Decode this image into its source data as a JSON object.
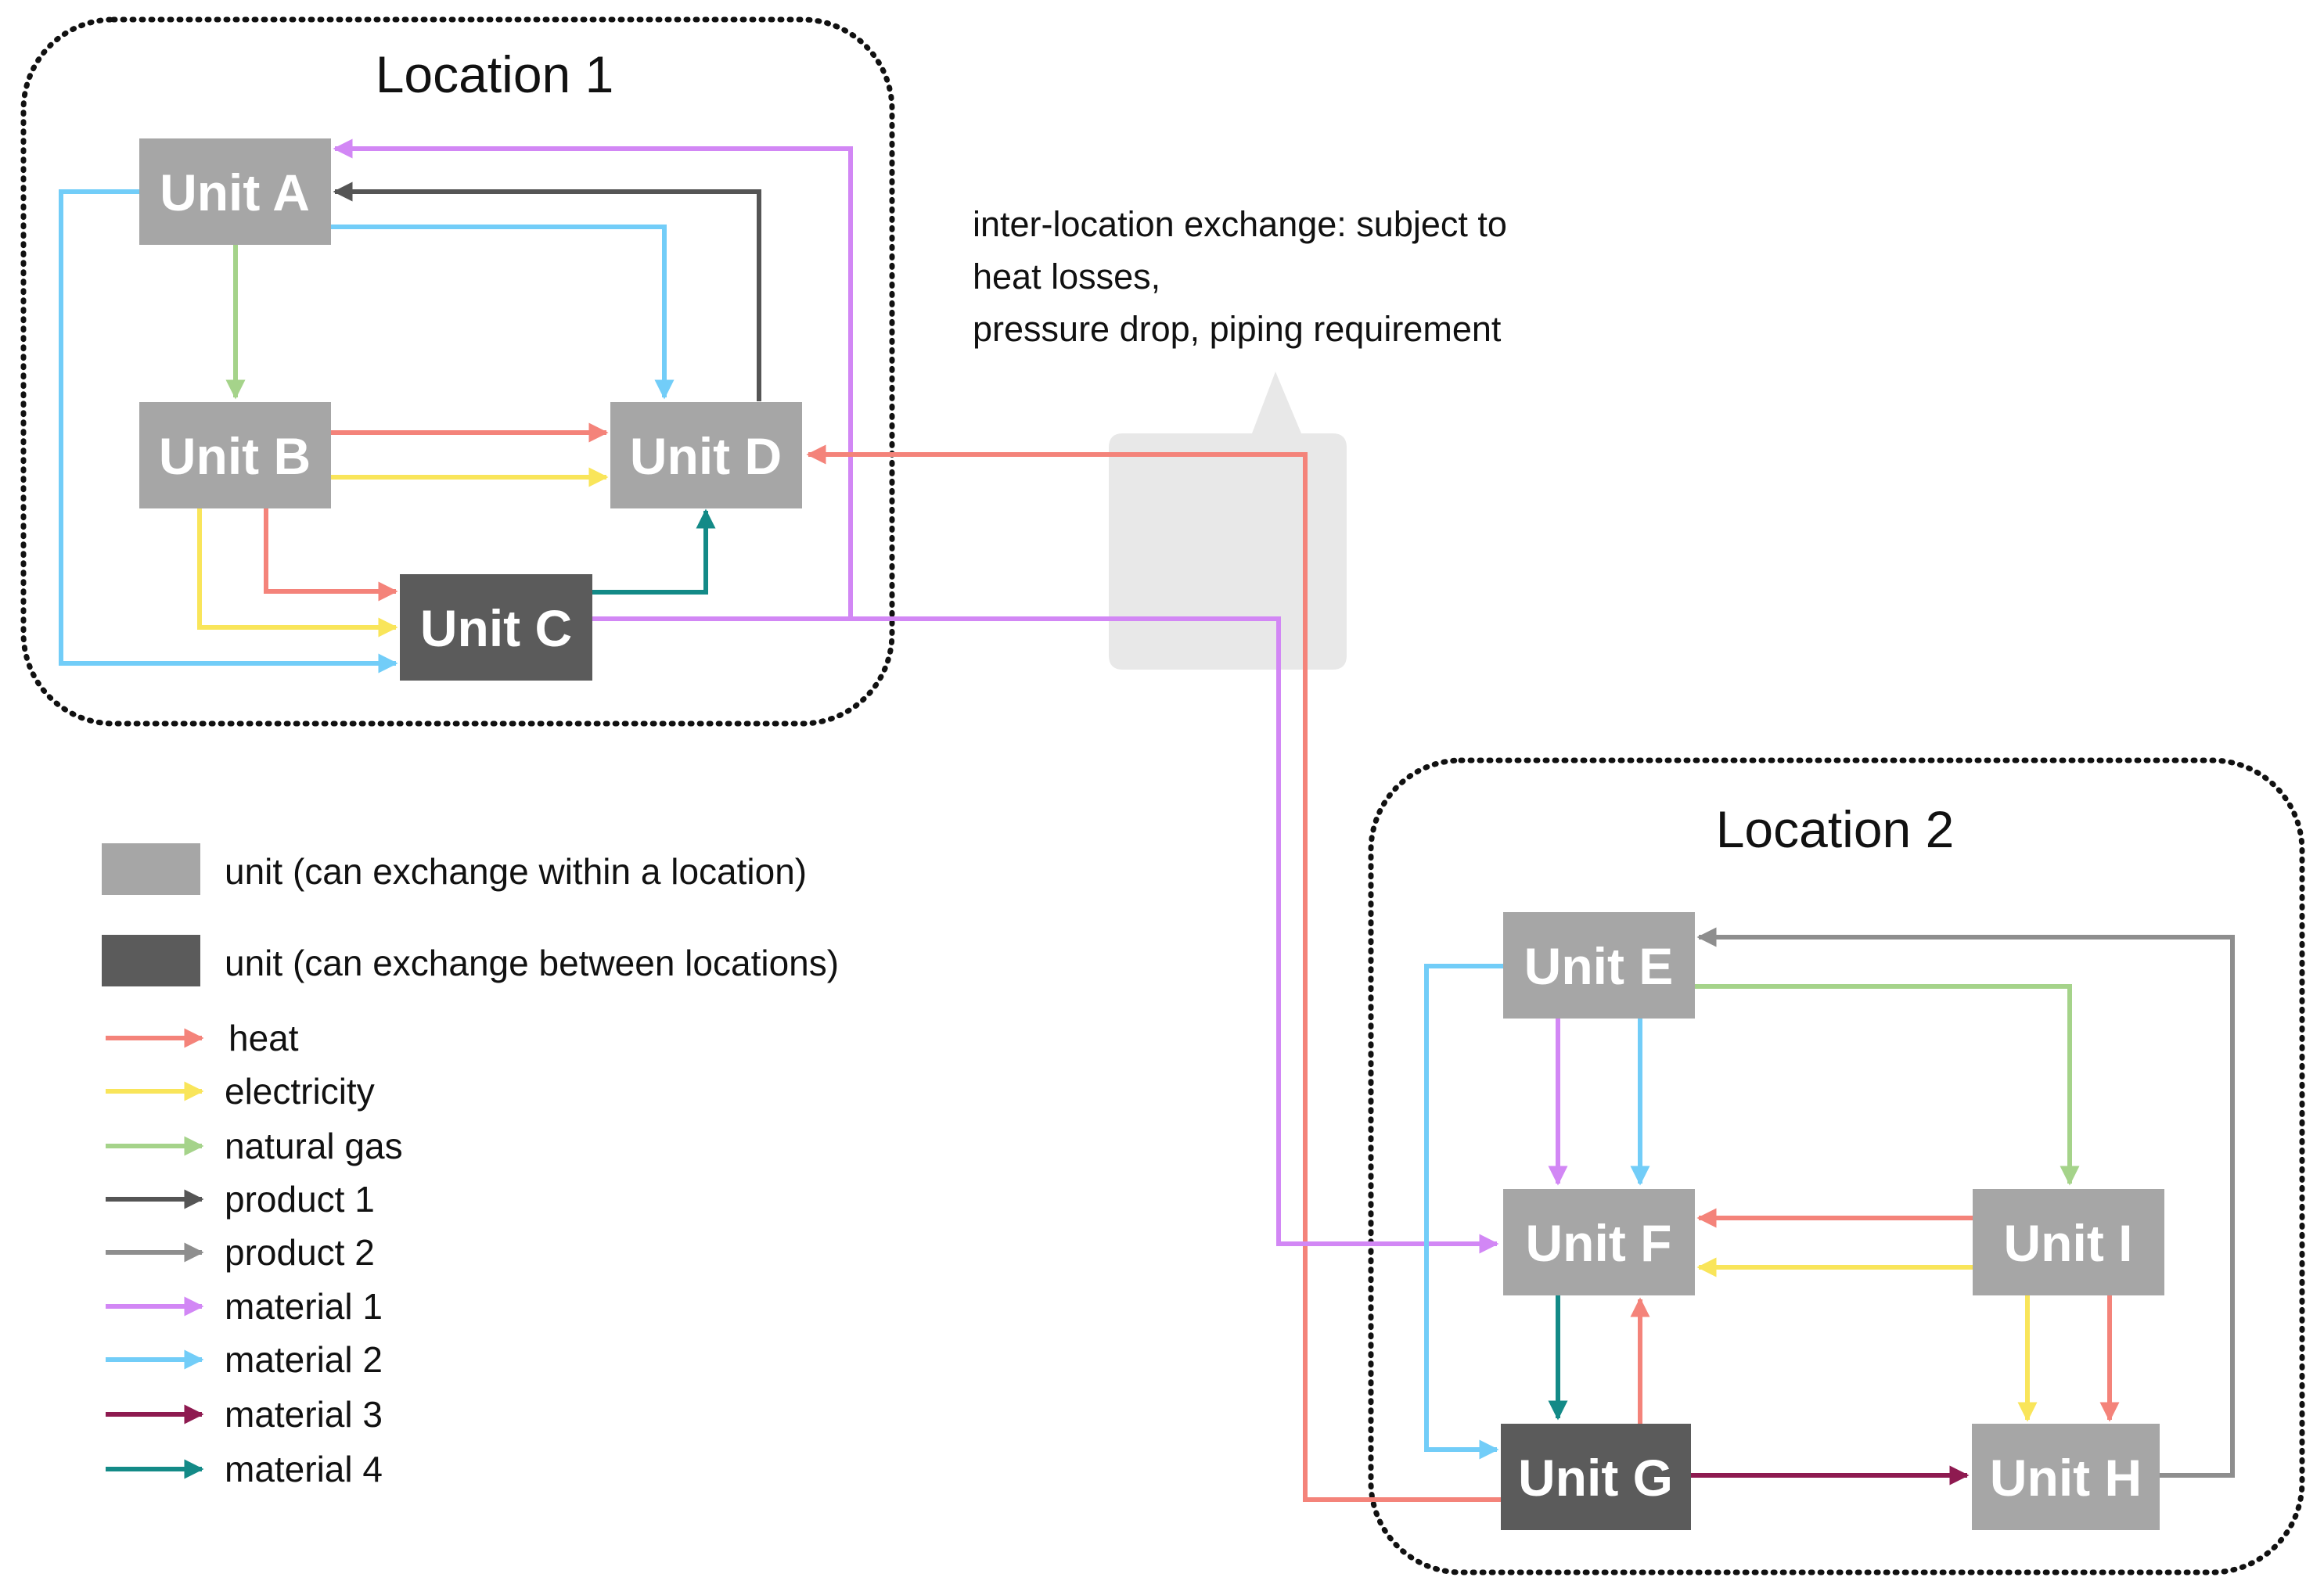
{
  "locations": {
    "location1": {
      "title": "Location 1"
    },
    "location2": {
      "title": "Location 2"
    }
  },
  "units": {
    "a": {
      "label": "Unit A",
      "kind": "within"
    },
    "b": {
      "label": "Unit B",
      "kind": "within"
    },
    "c": {
      "label": "Unit C",
      "kind": "between"
    },
    "d": {
      "label": "Unit D",
      "kind": "within"
    },
    "e": {
      "label": "Unit E",
      "kind": "within"
    },
    "f": {
      "label": "Unit F",
      "kind": "within"
    },
    "g": {
      "label": "Unit G",
      "kind": "between"
    },
    "h": {
      "label": "Unit H",
      "kind": "within"
    },
    "i": {
      "label": "Unit I",
      "kind": "within"
    }
  },
  "callout": {
    "line1": "inter-location exchange: subject to",
    "line2": "heat losses,",
    "line3": "pressure drop, piping requirement"
  },
  "legend": {
    "unit_within": "unit (can exchange within a location)",
    "unit_between": "unit (can exchange between locations)",
    "flows": [
      {
        "key": "heat",
        "label": "heat",
        "color": "#f4837a"
      },
      {
        "key": "electricity",
        "label": "electricity",
        "color": "#f9e55a"
      },
      {
        "key": "natural-gas",
        "label": "natural gas",
        "color": "#a5d38a"
      },
      {
        "key": "product-1",
        "label": "product 1",
        "color": "#555555"
      },
      {
        "key": "product-2",
        "label": "product 2",
        "color": "#8e8e8e"
      },
      {
        "key": "material-1",
        "label": "material 1",
        "color": "#d287f5"
      },
      {
        "key": "material-2",
        "label": "material 2",
        "color": "#72cdf8"
      },
      {
        "key": "material-3",
        "label": "material 3",
        "color": "#8e1a50"
      },
      {
        "key": "material-4",
        "label": "material 4",
        "color": "#138a87"
      }
    ]
  },
  "colors": {
    "unit_within": "#a6a6a6",
    "unit_between": "#5b5b5b",
    "callout": "#e8e8e8"
  },
  "connections": [
    {
      "from": "Unit A",
      "to": "Unit B",
      "flow": "natural gas"
    },
    {
      "from": "Unit A",
      "to": "Unit D",
      "flow": "material 2"
    },
    {
      "from": "Unit A",
      "to": "Unit C",
      "flow": "material 2"
    },
    {
      "from": "Unit D",
      "to": "Unit A",
      "flow": "product 1"
    },
    {
      "from": "Unit C",
      "to": "Unit A",
      "flow": "material 1"
    },
    {
      "from": "Unit B",
      "to": "Unit D",
      "flow": "heat"
    },
    {
      "from": "Unit B",
      "to": "Unit D",
      "flow": "electricity"
    },
    {
      "from": "Unit B",
      "to": "Unit C",
      "flow": "heat"
    },
    {
      "from": "Unit B",
      "to": "Unit C",
      "flow": "electricity"
    },
    {
      "from": "Unit C",
      "to": "Unit D",
      "flow": "material 4"
    },
    {
      "from": "Unit G",
      "to": "Unit D",
      "flow": "heat"
    },
    {
      "from": "Unit C",
      "to": "Unit F",
      "flow": "material 1"
    },
    {
      "from": "Unit E",
      "to": "Unit F",
      "flow": "material 1"
    },
    {
      "from": "Unit E",
      "to": "Unit F",
      "flow": "material 2"
    },
    {
      "from": "Unit E",
      "to": "Unit G",
      "flow": "material 2"
    },
    {
      "from": "Unit E",
      "to": "Unit I",
      "flow": "natural gas"
    },
    {
      "from": "Unit H",
      "to": "Unit E",
      "flow": "product 2"
    },
    {
      "from": "Unit I",
      "to": "Unit F",
      "flow": "heat"
    },
    {
      "from": "Unit I",
      "to": "Unit F",
      "flow": "electricity"
    },
    {
      "from": "Unit F",
      "to": "Unit G",
      "flow": "material 4"
    },
    {
      "from": "Unit G",
      "to": "Unit F",
      "flow": "heat"
    },
    {
      "from": "Unit I",
      "to": "Unit H",
      "flow": "electricity"
    },
    {
      "from": "Unit I",
      "to": "Unit H",
      "flow": "heat"
    },
    {
      "from": "Unit G",
      "to": "Unit H",
      "flow": "material 3"
    }
  ]
}
